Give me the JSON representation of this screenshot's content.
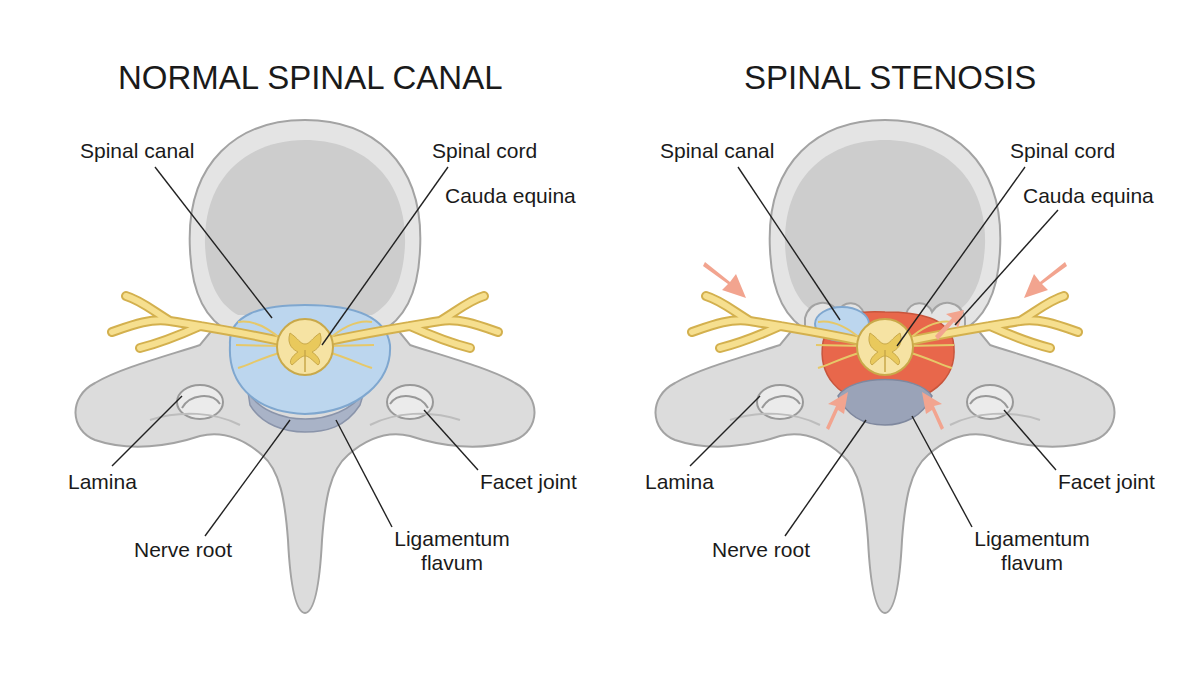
{
  "diagram": {
    "labels": [
      "NORMAL SPINAL CANAL",
      "SPINAL STENOSIS",
      "Spinal canal",
      "Spinal cord",
      "Cauda equina",
      "Lamina",
      "Facet joint",
      "Nerve root",
      "Ligamentum flavum",
      "Spinal canal",
      "Spinal cord",
      "Cauda equina",
      "Lamina",
      "Facet joint",
      "Nerve root",
      "Ligamentum flavum"
    ]
  }
}
